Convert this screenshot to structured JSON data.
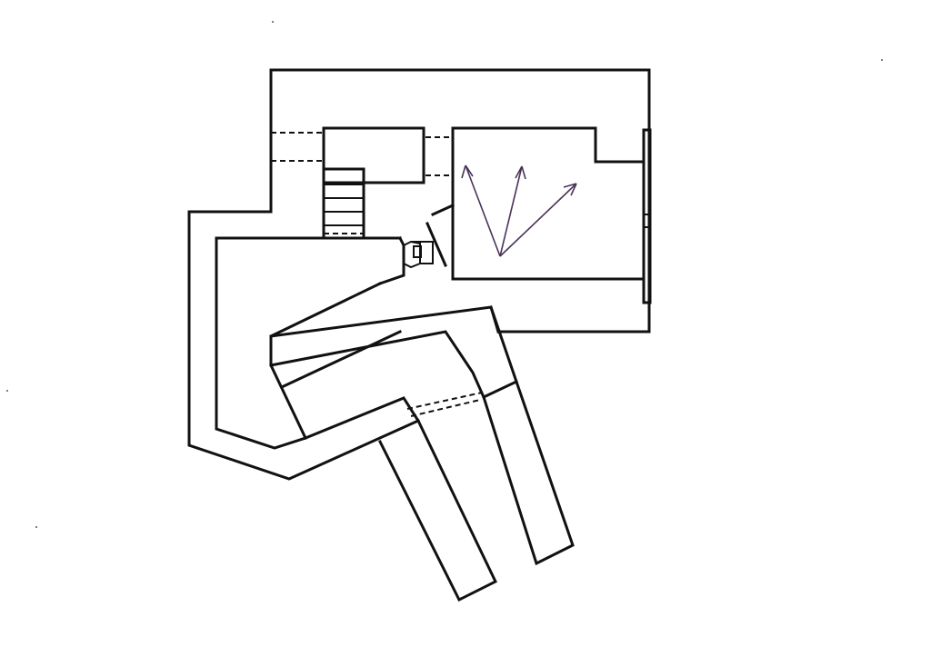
{
  "drawing": {
    "ink_color": "#111111",
    "arrow_color": "#4a3358",
    "background": "#ffffff",
    "elements": [
      "outer-building-outline",
      "upper-room",
      "main-room",
      "staircase",
      "gun-housing",
      "firing-ports",
      "embrasure-arms",
      "sight-arrows"
    ],
    "arrow_count": 3
  }
}
